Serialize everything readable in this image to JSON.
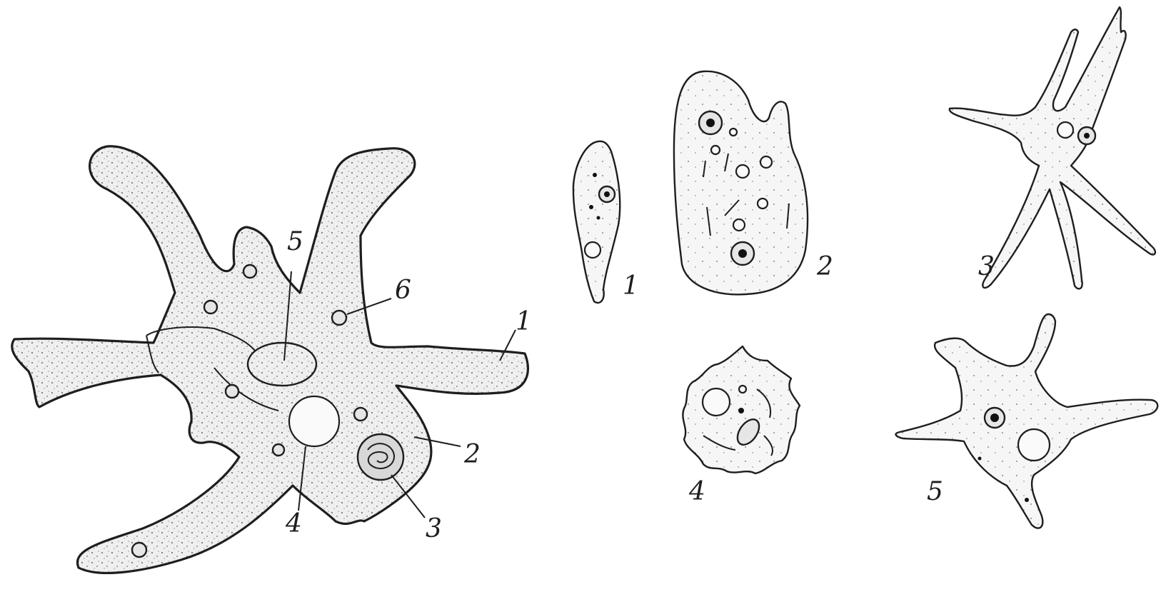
{
  "labels": {
    "main": {
      "l1": "1",
      "l2": "2",
      "l3": "3",
      "l4": "4",
      "l5": "5",
      "l6": "6"
    },
    "forms": {
      "f1": "1",
      "f2": "2",
      "f3": "3",
      "f4": "4",
      "f5": "5"
    }
  },
  "colors": {
    "ink": "#1e1e1e",
    "cytoplasm": "#f1f1f1",
    "background": "#ffffff"
  }
}
